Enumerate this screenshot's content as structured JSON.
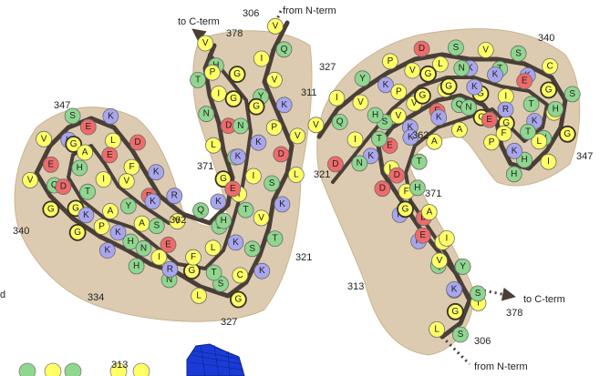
{
  "colors": {
    "hydrophobic": "#ffff66",
    "polar": "#8fd68f",
    "basic": "#a9a6ef",
    "acidic": "#ef6b6b",
    "glycine": "#ffff66",
    "backbone": "#4a3f37",
    "envelope": "#dccbb0",
    "density_blue": "#1a3bd6"
  },
  "labels": {
    "left": {
      "to_cterm": "to C-term",
      "from_nterm": "from N-term",
      "n306": "306",
      "n378": "378",
      "n311": "311",
      "n347": "347",
      "n371": "371",
      "n340": "340",
      "n362": "362",
      "n321": "321",
      "n334": "334",
      "n327": "327",
      "n313": "313",
      "panel_letter": "d"
    },
    "right": {
      "n340": "340",
      "n327": "327",
      "n362": "362",
      "n347": "347",
      "n321": "321",
      "n371": "371",
      "n313": "313",
      "n378": "378",
      "n306": "306",
      "to_cterm": "to C-term",
      "from_nterm": "from N-term"
    }
  },
  "residues_left": [
    {
      "aa": "V",
      "t": "h"
    },
    {
      "aa": "Q",
      "t": "p"
    },
    {
      "aa": "I",
      "t": "h"
    },
    {
      "aa": "V",
      "t": "h"
    },
    {
      "aa": "Y",
      "t": "p"
    },
    {
      "aa": "K",
      "t": "b"
    },
    {
      "aa": "P",
      "t": "h"
    },
    {
      "aa": "V",
      "t": "h"
    },
    {
      "aa": "D",
      "t": "a"
    },
    {
      "aa": "L",
      "t": "h"
    },
    {
      "aa": "S",
      "t": "p"
    },
    {
      "aa": "K",
      "t": "b"
    },
    {
      "aa": "V",
      "t": "h"
    },
    {
      "aa": "T",
      "t": "p"
    },
    {
      "aa": "S",
      "t": "p"
    },
    {
      "aa": "K",
      "t": "b"
    },
    {
      "aa": "C",
      "t": "h"
    },
    {
      "aa": "G",
      "t": "g"
    },
    {
      "aa": "S",
      "t": "p"
    },
    {
      "aa": "L",
      "t": "h"
    },
    {
      "aa": "G",
      "t": "g"
    },
    {
      "aa": "N",
      "t": "p"
    },
    {
      "aa": "I",
      "t": "h"
    },
    {
      "aa": "H",
      "t": "p"
    },
    {
      "aa": "H",
      "t": "p"
    },
    {
      "aa": "K",
      "t": "b"
    },
    {
      "aa": "P",
      "t": "h"
    },
    {
      "aa": "G",
      "t": "g"
    },
    {
      "aa": "G",
      "t": "g"
    },
    {
      "aa": "G",
      "t": "g"
    },
    {
      "aa": "Q",
      "t": "p"
    },
    {
      "aa": "V",
      "t": "h"
    },
    {
      "aa": "E",
      "t": "a"
    },
    {
      "aa": "V",
      "t": "h"
    },
    {
      "aa": "K",
      "t": "b"
    },
    {
      "aa": "S",
      "t": "p"
    },
    {
      "aa": "E",
      "t": "a"
    },
    {
      "aa": "K",
      "t": "b"
    },
    {
      "aa": "L",
      "t": "h"
    },
    {
      "aa": "D",
      "t": "a"
    },
    {
      "aa": "F",
      "t": "h"
    },
    {
      "aa": "K",
      "t": "b"
    },
    {
      "aa": "D",
      "t": "a"
    },
    {
      "aa": "R",
      "t": "b"
    },
    {
      "aa": "V",
      "t": "h"
    },
    {
      "aa": "Q",
      "t": "p"
    },
    {
      "aa": "S",
      "t": "p"
    },
    {
      "aa": "K",
      "t": "b"
    },
    {
      "aa": "I",
      "t": "h"
    },
    {
      "aa": "G",
      "t": "g"
    },
    {
      "aa": "S",
      "t": "p"
    },
    {
      "aa": "L",
      "t": "h"
    },
    {
      "aa": "D",
      "t": "a"
    },
    {
      "aa": "N",
      "t": "p"
    },
    {
      "aa": "I",
      "t": "h"
    },
    {
      "aa": "T",
      "t": "p"
    },
    {
      "aa": "H",
      "t": "p"
    },
    {
      "aa": "V",
      "t": "h"
    },
    {
      "aa": "P",
      "t": "h"
    },
    {
      "aa": "G",
      "t": "g"
    },
    {
      "aa": "G",
      "t": "g"
    },
    {
      "aa": "G",
      "t": "g"
    },
    {
      "aa": "N",
      "t": "p"
    },
    {
      "aa": "K",
      "t": "b"
    },
    {
      "aa": "K",
      "t": "b"
    },
    {
      "aa": "I",
      "t": "h"
    },
    {
      "aa": "E",
      "t": "a"
    },
    {
      "aa": "T",
      "t": "p"
    },
    {
      "aa": "H",
      "t": "p"
    },
    {
      "aa": "K",
      "t": "b"
    },
    {
      "aa": "L",
      "t": "h"
    },
    {
      "aa": "T",
      "t": "p"
    },
    {
      "aa": "F",
      "t": "h"
    },
    {
      "aa": "R",
      "t": "b"
    },
    {
      "aa": "E",
      "t": "a"
    },
    {
      "aa": "N",
      "t": "p"
    },
    {
      "aa": "A",
      "t": "h"
    },
    {
      "aa": "K",
      "t": "b"
    },
    {
      "aa": "A",
      "t": "h"
    },
    {
      "aa": "K",
      "t": "b"
    },
    {
      "aa": "T",
      "t": "p"
    },
    {
      "aa": "D",
      "t": "a"
    },
    {
      "aa": "H",
      "t": "p"
    },
    {
      "aa": "G",
      "t": "g"
    },
    {
      "aa": "A",
      "t": "h"
    },
    {
      "aa": "E",
      "t": "a"
    },
    {
      "aa": "I",
      "t": "h"
    },
    {
      "aa": "V",
      "t": "h"
    },
    {
      "aa": "Y",
      "t": "p"
    },
    {
      "aa": "K",
      "t": "b"
    },
    {
      "aa": "S",
      "t": "p"
    }
  ],
  "residues_right": [
    {
      "aa": "V",
      "t": "h"
    },
    {
      "aa": "Q",
      "t": "p"
    },
    {
      "aa": "I",
      "t": "h"
    },
    {
      "aa": "V",
      "t": "h"
    },
    {
      "aa": "Y",
      "t": "p"
    },
    {
      "aa": "K",
      "t": "b"
    },
    {
      "aa": "P",
      "t": "h"
    },
    {
      "aa": "V",
      "t": "h"
    },
    {
      "aa": "D",
      "t": "a"
    },
    {
      "aa": "L",
      "t": "h"
    },
    {
      "aa": "S",
      "t": "p"
    },
    {
      "aa": "K",
      "t": "b"
    },
    {
      "aa": "V",
      "t": "h"
    },
    {
      "aa": "T",
      "t": "p"
    },
    {
      "aa": "S",
      "t": "p"
    },
    {
      "aa": "K",
      "t": "b"
    },
    {
      "aa": "C",
      "t": "h"
    },
    {
      "aa": "G",
      "t": "g"
    },
    {
      "aa": "S",
      "t": "p"
    },
    {
      "aa": "L",
      "t": "h"
    },
    {
      "aa": "G",
      "t": "g"
    },
    {
      "aa": "N",
      "t": "p"
    },
    {
      "aa": "I",
      "t": "h"
    },
    {
      "aa": "H",
      "t": "p"
    },
    {
      "aa": "H",
      "t": "p"
    },
    {
      "aa": "K",
      "t": "b"
    },
    {
      "aa": "P",
      "t": "h"
    },
    {
      "aa": "G",
      "t": "g"
    },
    {
      "aa": "G",
      "t": "g"
    },
    {
      "aa": "G",
      "t": "g"
    },
    {
      "aa": "Q",
      "t": "p"
    },
    {
      "aa": "V",
      "t": "h"
    },
    {
      "aa": "E",
      "t": "a"
    },
    {
      "aa": "V",
      "t": "h"
    },
    {
      "aa": "K",
      "t": "b"
    },
    {
      "aa": "S",
      "t": "p"
    },
    {
      "aa": "E",
      "t": "a"
    },
    {
      "aa": "K",
      "t": "b"
    },
    {
      "aa": "L",
      "t": "h"
    },
    {
      "aa": "D",
      "t": "a"
    },
    {
      "aa": "F",
      "t": "h"
    },
    {
      "aa": "K",
      "t": "b"
    },
    {
      "aa": "D",
      "t": "a"
    },
    {
      "aa": "R",
      "t": "b"
    },
    {
      "aa": "V",
      "t": "h"
    },
    {
      "aa": "Q",
      "t": "p"
    },
    {
      "aa": "S",
      "t": "p"
    },
    {
      "aa": "K",
      "t": "b"
    },
    {
      "aa": "I",
      "t": "h"
    },
    {
      "aa": "G",
      "t": "g"
    },
    {
      "aa": "S",
      "t": "p"
    },
    {
      "aa": "L",
      "t": "h"
    },
    {
      "aa": "D",
      "t": "a"
    },
    {
      "aa": "N",
      "t": "p"
    },
    {
      "aa": "I",
      "t": "h"
    },
    {
      "aa": "T",
      "t": "p"
    },
    {
      "aa": "H",
      "t": "p"
    },
    {
      "aa": "V",
      "t": "h"
    },
    {
      "aa": "P",
      "t": "h"
    },
    {
      "aa": "G",
      "t": "g"
    },
    {
      "aa": "G",
      "t": "g"
    },
    {
      "aa": "G",
      "t": "g"
    },
    {
      "aa": "N",
      "t": "p"
    },
    {
      "aa": "K",
      "t": "b"
    },
    {
      "aa": "K",
      "t": "b"
    },
    {
      "aa": "I",
      "t": "h"
    },
    {
      "aa": "E",
      "t": "a"
    },
    {
      "aa": "T",
      "t": "p"
    },
    {
      "aa": "H",
      "t": "p"
    },
    {
      "aa": "K",
      "t": "b"
    },
    {
      "aa": "L",
      "t": "h"
    },
    {
      "aa": "T",
      "t": "p"
    },
    {
      "aa": "F",
      "t": "h"
    },
    {
      "aa": "R",
      "t": "b"
    },
    {
      "aa": "E",
      "t": "a"
    },
    {
      "aa": "N",
      "t": "p"
    },
    {
      "aa": "A",
      "t": "h"
    },
    {
      "aa": "K",
      "t": "b"
    },
    {
      "aa": "A",
      "t": "h"
    },
    {
      "aa": "K",
      "t": "b"
    },
    {
      "aa": "T",
      "t": "p"
    },
    {
      "aa": "D",
      "t": "a"
    },
    {
      "aa": "H",
      "t": "p"
    },
    {
      "aa": "G",
      "t": "g"
    },
    {
      "aa": "A",
      "t": "h"
    },
    {
      "aa": "E",
      "t": "a"
    },
    {
      "aa": "I",
      "t": "h"
    },
    {
      "aa": "V",
      "t": "h"
    },
    {
      "aa": "Y",
      "t": "p"
    },
    {
      "aa": "K",
      "t": "b"
    },
    {
      "aa": "S",
      "t": "p"
    }
  ],
  "bottom_strip": {
    "label": "313"
  }
}
